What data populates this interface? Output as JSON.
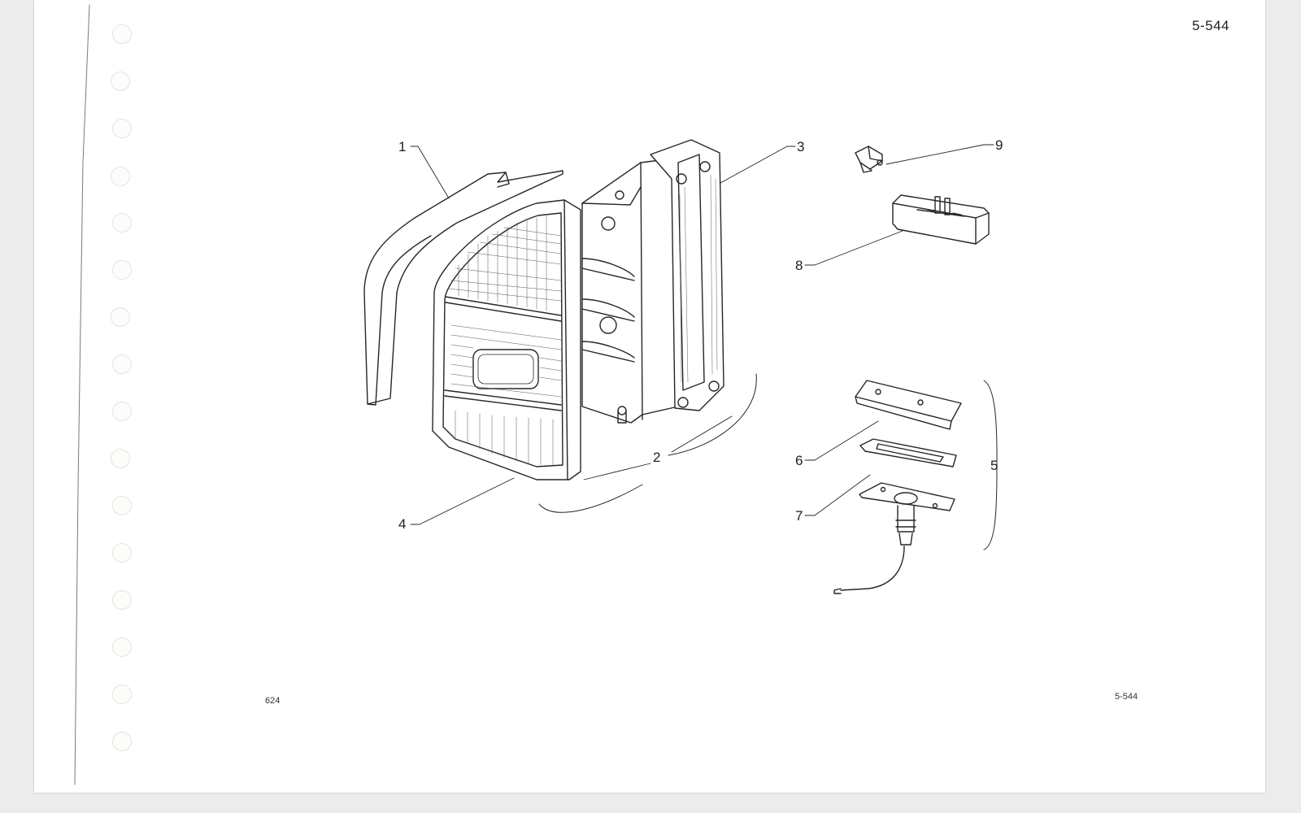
{
  "page": {
    "number_top": "5-544",
    "footer_left": "624",
    "footer_right": "5-544"
  },
  "callouts": [
    {
      "id": "1",
      "label": "1"
    },
    {
      "id": "2",
      "label": "2"
    },
    {
      "id": "3",
      "label": "3"
    },
    {
      "id": "4",
      "label": "4"
    },
    {
      "id": "5",
      "label": "5"
    },
    {
      "id": "6",
      "label": "6"
    },
    {
      "id": "7",
      "label": "7"
    },
    {
      "id": "8",
      "label": "8"
    },
    {
      "id": "9",
      "label": "9"
    }
  ],
  "colors": {
    "line": "#262626",
    "paper": "#ffffff",
    "background": "#ececec"
  }
}
